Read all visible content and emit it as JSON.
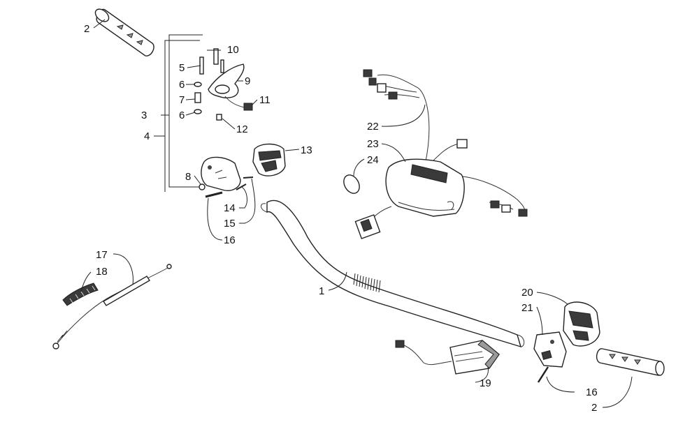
{
  "callouts": [
    {
      "id": "c-2a",
      "text": "2"
    },
    {
      "id": "c-10",
      "text": "10"
    },
    {
      "id": "c-5",
      "text": "5"
    },
    {
      "id": "c-6a",
      "text": "6"
    },
    {
      "id": "c-9",
      "text": "9"
    },
    {
      "id": "c-7",
      "text": "7"
    },
    {
      "id": "c-11",
      "text": "11"
    },
    {
      "id": "c-3",
      "text": "3"
    },
    {
      "id": "c-6b",
      "text": "6"
    },
    {
      "id": "c-12",
      "text": "12"
    },
    {
      "id": "c-4",
      "text": "4"
    },
    {
      "id": "c-13",
      "text": "13"
    },
    {
      "id": "c-8",
      "text": "8"
    },
    {
      "id": "c-14",
      "text": "14"
    },
    {
      "id": "c-15",
      "text": "15"
    },
    {
      "id": "c-16a",
      "text": "16"
    },
    {
      "id": "c-22",
      "text": "22"
    },
    {
      "id": "c-23",
      "text": "23"
    },
    {
      "id": "c-24",
      "text": "24"
    },
    {
      "id": "c-17",
      "text": "17"
    },
    {
      "id": "c-18",
      "text": "18"
    },
    {
      "id": "c-1",
      "text": "1"
    },
    {
      "id": "c-20",
      "text": "20"
    },
    {
      "id": "c-21",
      "text": "21"
    },
    {
      "id": "c-19",
      "text": "19"
    },
    {
      "id": "c-16b",
      "text": "16"
    },
    {
      "id": "c-2b",
      "text": "2"
    }
  ]
}
